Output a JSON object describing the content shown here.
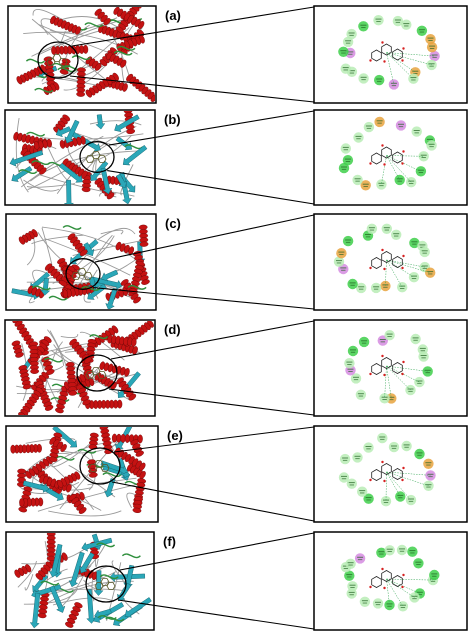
{
  "figure": {
    "panels": [
      {
        "id": "a",
        "label": "(a)"
      },
      {
        "id": "b",
        "label": "(b)"
      },
      {
        "id": "c",
        "label": "(c)"
      },
      {
        "id": "d",
        "label": "(d)"
      },
      {
        "id": "e",
        "label": "(e)"
      },
      {
        "id": "f",
        "label": "(f)"
      }
    ]
  },
  "colors": {
    "frame": "#000000",
    "helix": "#c41212",
    "strand": "#2aa7b8",
    "coil": "#9a9a9a",
    "ligand": "#d8d28a",
    "residue_green": "#3ecf4a",
    "residue_light": "#b9ecb5",
    "residue_pink": "#d58be0",
    "residue_orange": "#e7a33e",
    "hbond": "#2ea44f"
  }
}
